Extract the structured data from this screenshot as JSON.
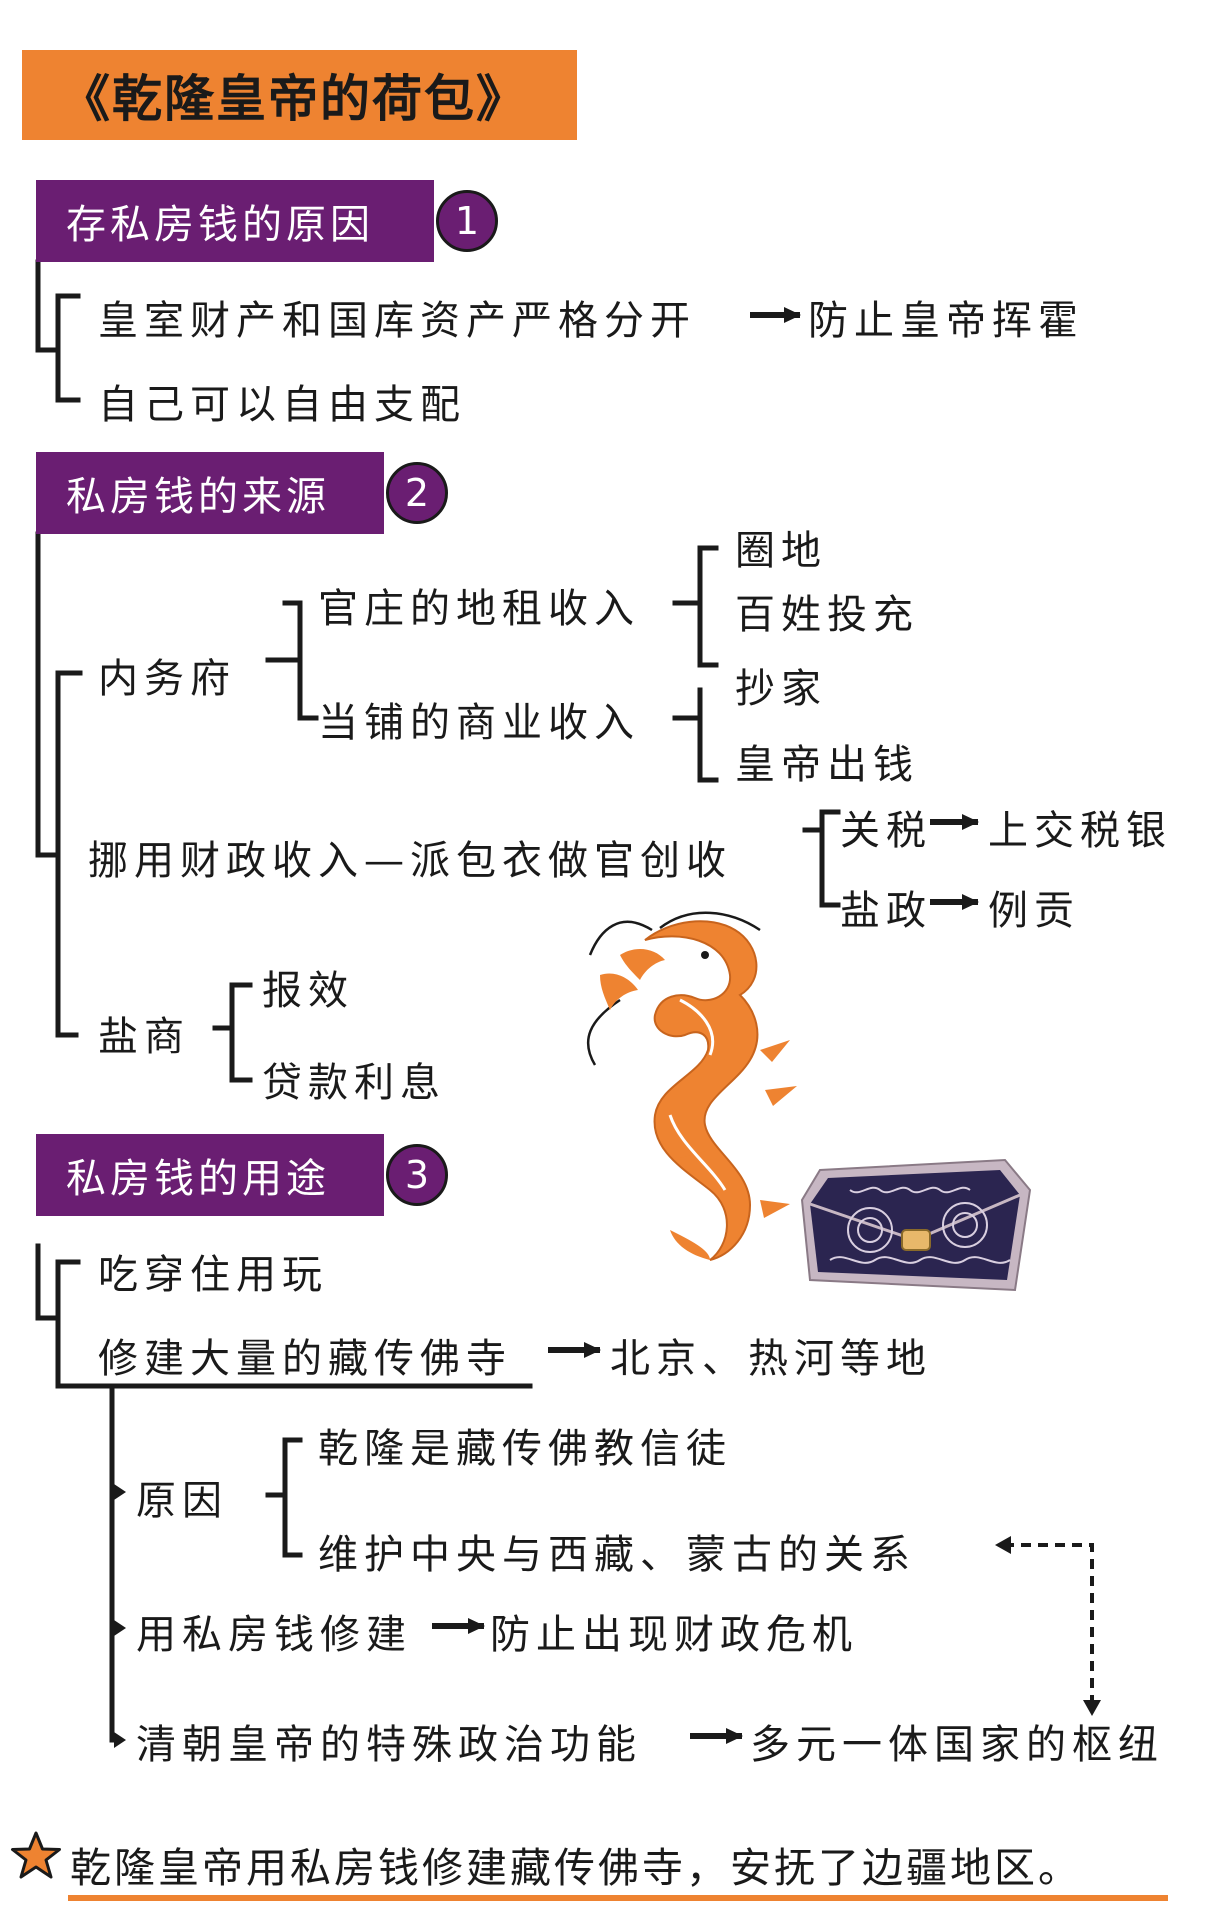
{
  "title": "《乾隆皇帝的荷包》",
  "sections": [
    {
      "heading": "存私房钱的原因",
      "number": "1",
      "items": [
        {
          "text": "皇室财产和国库资产严格分开",
          "result": "防止皇帝挥霍"
        },
        {
          "text": "自己可以自由支配"
        }
      ]
    },
    {
      "heading": "私房钱的来源",
      "number": "2",
      "neiwufu": {
        "label": "内务府",
        "guanzhuang": {
          "label": "官庄的地租收入",
          "subs": [
            "圈地",
            "百姓投充"
          ]
        },
        "dangpu": {
          "label": "当铺的商业收入",
          "subs": [
            "抄家",
            "皇帝出钱"
          ]
        }
      },
      "nuoyong": {
        "label": "挪用财政收入",
        "dash": "—",
        "detail": "派包衣做官创收",
        "subs": [
          {
            "label": "关税",
            "result": "上交税银"
          },
          {
            "label": "盐政",
            "result": "例贡"
          }
        ]
      },
      "yanshang": {
        "label": "盐商",
        "subs": [
          "报效",
          "贷款利息"
        ]
      }
    },
    {
      "heading": "私房钱的用途",
      "number": "3",
      "chichuan": "吃穿住用玩",
      "xiujian": {
        "text": "修建大量的藏传佛寺",
        "result": "北京、热河等地"
      },
      "reason": {
        "label": "原因",
        "subs": [
          "乾隆是藏传佛教信徒",
          "维护中央与西藏、蒙古的关系"
        ]
      },
      "use_private": {
        "text": "用私房钱修建",
        "result": "防止出现财政危机"
      },
      "qing": {
        "text": "清朝皇帝的特殊政治功能",
        "result": "多元一体国家的枢纽"
      }
    }
  ],
  "conclusion": "乾隆皇帝用私房钱修建藏传佛寺，安抚了边疆地区。",
  "colors": {
    "orange": "#ee8331",
    "purple": "#6a1e72",
    "ink": "#1a1a1a"
  },
  "icons": [
    "star-icon",
    "dragon-illustration",
    "purse-illustration"
  ]
}
